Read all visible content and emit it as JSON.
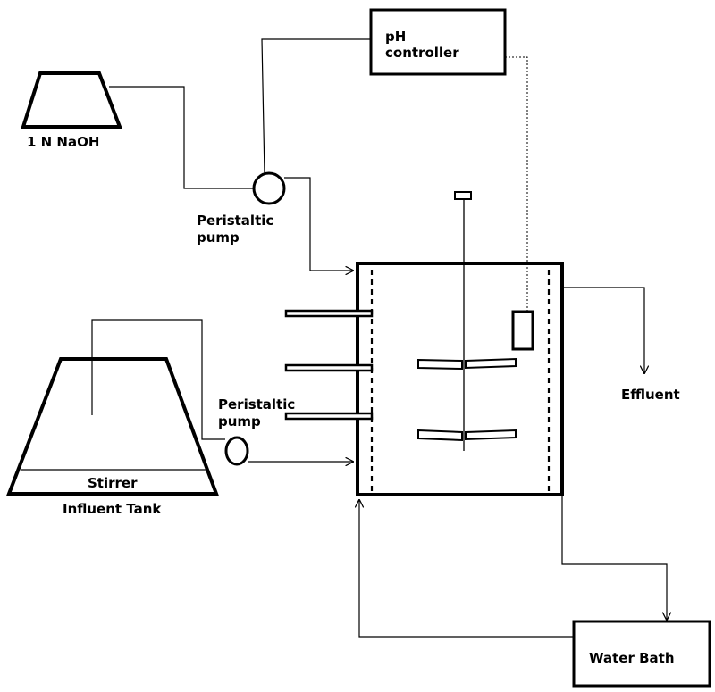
{
  "labels": {
    "naoh": "1 N NaOH",
    "ph_line1": "pH",
    "ph_line2": "controller",
    "pump_top_line1": "Peristaltic",
    "pump_top_line2": "pump",
    "pump_bottom_line1": "Peristaltic",
    "pump_bottom_line2": "pump",
    "stirrer": "Stirrer",
    "influent_tank": "Influent Tank",
    "effluent": "Effluent",
    "water_bath": "Water Bath"
  }
}
